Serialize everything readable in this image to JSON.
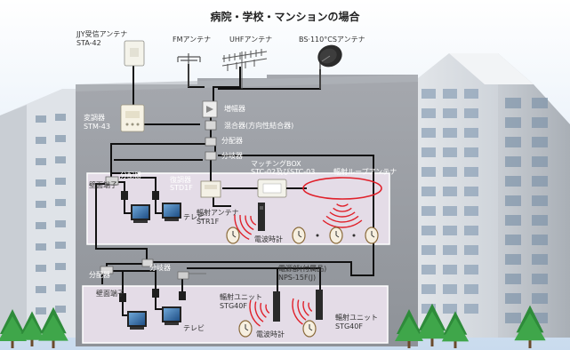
{
  "title": "病院・学校・マンションの場合",
  "antennas": {
    "jjy": {
      "name": "JJY受信アンテナ",
      "model": "STA-42"
    },
    "fm": "FMアンテナ",
    "uhf": "UHFアンテナ",
    "bs": "BS·110°CSアンテナ"
  },
  "devices": {
    "modulator": {
      "name": "変調器",
      "model": "STM-43"
    },
    "amplifier": "増幅器",
    "mixer": "混合器(方向性結合器)",
    "splitter_top": "分配器",
    "brancher_top": "分岐器",
    "splitter_left": "分配器",
    "demodulator": {
      "name": "復調器",
      "model": "STD1F"
    },
    "matching_box": {
      "name": "マッチングBOX",
      "model": "STC-02及びSTC-03"
    },
    "loop_antenna": "輻射ループアンテナ",
    "radiation_antenna": {
      "name": "輻射アンテナ",
      "model": "STR1F"
    },
    "brancher_bottom": "分岐器",
    "splitter_bottom": "分配器",
    "power_unit": {
      "name": "電源部(付属品)",
      "model": "NPS-15F(J)"
    },
    "radiation_unit_1": {
      "name": "輻射ユニット",
      "model": "STG40F"
    },
    "radiation_unit_2": {
      "name": "輻射ユニット",
      "model": "STG40F"
    }
  },
  "room_upper": {
    "wall_outlet": "壁面端子",
    "tv": "テレビ",
    "clock": "電波時計"
  },
  "room_lower": {
    "wall_outlet": "壁面端子",
    "tv": "テレビ",
    "clock": "電波時計"
  },
  "colors": {
    "wall": "#9a9da3",
    "wall_dark": "#7f8389",
    "room_fill": "#e3dbe6",
    "cable": "#111111",
    "wave": "#e0202a",
    "tree": "#2e8b3a",
    "sky": "#dceaf6"
  }
}
